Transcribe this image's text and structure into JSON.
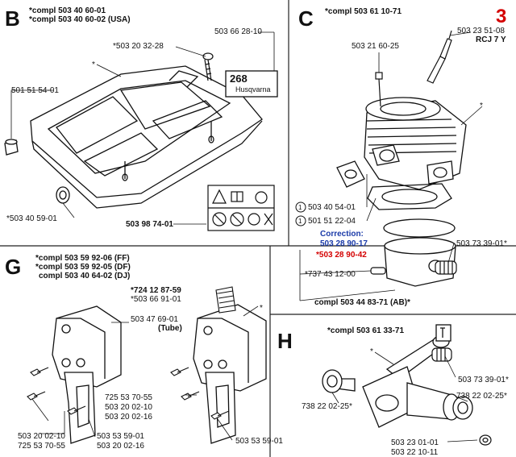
{
  "page_number": "3",
  "sections": {
    "B": {
      "letter": "B",
      "header": [
        "*compl 503 40 60-01",
        "*compl 503 40 60-02 (USA)"
      ],
      "callouts": {
        "screw": "*503 20 32-28",
        "decal": "503 66 28-10",
        "star": "*",
        "plug": "501 51 54-01",
        "grommet": "*503 40 59-01",
        "warning_label": "503 98 74-01"
      },
      "decal_text": {
        "model": "268",
        "brand": "Husqvarna"
      }
    },
    "C": {
      "letter": "C",
      "header": "*compl 503 61 10-71",
      "callouts": {
        "bolt": "503 21 60-25",
        "spark_plug": "503 23 51-08",
        "spark_plug_type": "RCJ 7 Y",
        "star": "*",
        "gasket_1": "503 40 54-01",
        "gasket_2": "501 51 22-04",
        "circle_1": "1",
        "circle_2": "1",
        "correction_title": "Correction:",
        "correction_old": "503 28 90-17",
        "correction_new": "*503 28 90-42",
        "bearing": "503 73 39-01*",
        "pin": "*737 43 12-00",
        "kit": "compl 503 44 83-71 (AB)*"
      }
    },
    "G": {
      "letter": "G",
      "header": [
        "*compl 503 59 92-06 (FF)",
        "*compl 503 59 92-05 (DF)",
        "compl 503 40 64-02 (DJ)"
      ],
      "callouts": {
        "screen_a": "*724 12 87-59",
        "screen_b": "*503 66 91-01",
        "star": "*",
        "tube_part": "503 47 69-01",
        "tube_word": "(Tube)",
        "list": [
          "725 53 70-55",
          "503 20 02-10",
          "503 20 02-16"
        ],
        "screw_left_a": "503 20 02-10",
        "screw_left_b": "725 53 70-55",
        "plate_a": "503 53 59-01",
        "plate_b": "503 20 02-16",
        "screw_right": "503 53 59-01"
      }
    },
    "H": {
      "letter": "H",
      "header": "*compl 503 61 33-71",
      "callouts": {
        "star": "*",
        "bearing": "503 73 39-01*",
        "washer_right": "738 22 02-25*",
        "washer_left": "738 22 02-25*",
        "key_a": "503 23 01-01",
        "key_b": "503 22 10-11"
      }
    }
  },
  "colors": {
    "accent_red": "#d40000",
    "correction_blue": "#1a3aa8"
  }
}
